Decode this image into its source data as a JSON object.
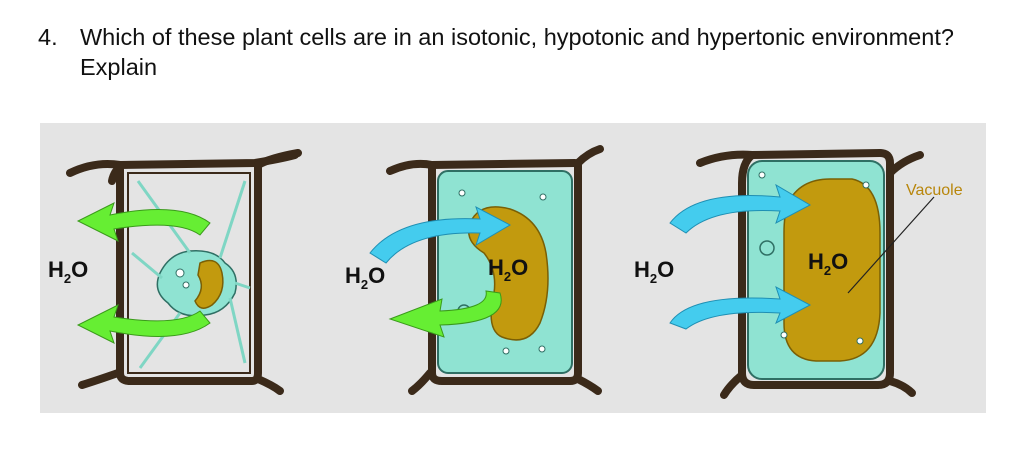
{
  "question": {
    "number": "4.",
    "text": "Which of these plant cells are in an isotonic, hypotonic and hypertonic environment? Explain"
  },
  "diagram": {
    "cells": [
      {
        "water_label": "H",
        "water_sub": "2",
        "water_tail": "O"
      },
      {
        "water_label": "H",
        "water_sub": "2",
        "water_tail": "O",
        "inner_label": "H",
        "inner_sub": "2",
        "inner_tail": "O"
      },
      {
        "water_label": "H",
        "water_sub": "2",
        "water_tail": "O",
        "inner_label": "H",
        "inner_sub": "2",
        "inner_tail": "O"
      }
    ],
    "vacuole_label": "Vacuole",
    "colors": {
      "background": "#e4e4e4",
      "cell_wall": "#3b2a1a",
      "cytoplasm": "#8fe3d2",
      "vacuole": "#c29a0e",
      "arrow_out": "#66ee33",
      "arrow_in": "#44ccee",
      "vacuole_label": "#b8860b"
    }
  }
}
